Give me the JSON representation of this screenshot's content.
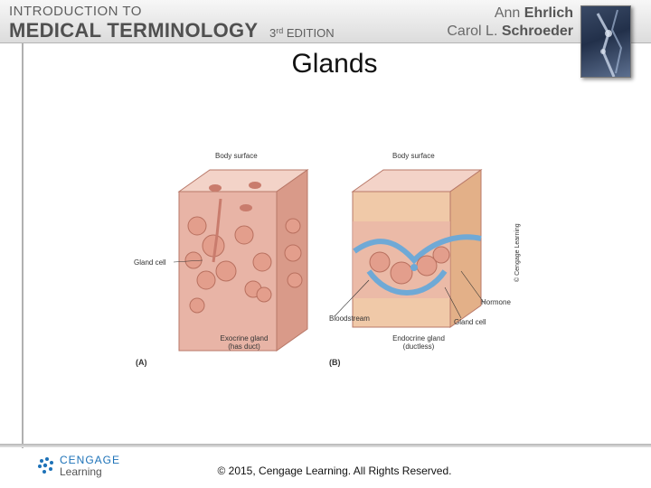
{
  "header": {
    "series_line1": "INTRODUCTION TO",
    "series_line2": "MEDICAL TERMINOLOGY",
    "edition_num": "3",
    "edition_sup": "rd",
    "edition_word": "EDITION",
    "author1_first": "Ann",
    "author1_last": "Ehrlich",
    "author2_first": "Carol L.",
    "author2_last": "Schroeder"
  },
  "slide": {
    "title": "Glands"
  },
  "figure": {
    "labels": {
      "body_surface_a": "Body surface",
      "body_surface_b": "Body surface",
      "gland_cell_a": "Gland cell",
      "hormone": "Hormone",
      "bloodstream": "Bloodstream",
      "gland_cell_b": "Gland cell",
      "exocrine_1": "Exocrine gland",
      "exocrine_2": "(has duct)",
      "endocrine_1": "Endocrine gland",
      "endocrine_2": "(ductless)",
      "panel_a": "(A)",
      "panel_b": "(B)"
    },
    "credit": "© Cengage Learning"
  },
  "footer": {
    "logo_line1": "CENGAGE",
    "logo_line2": "Learning",
    "copyright": "© 2015, Cengage Learning. All Rights Reserved."
  },
  "colors": {
    "tissue": "#e6a898",
    "tissue_dark": "#c97c6d",
    "top_surface": "#f3d3c8",
    "blood": "#6fa9d6"
  }
}
